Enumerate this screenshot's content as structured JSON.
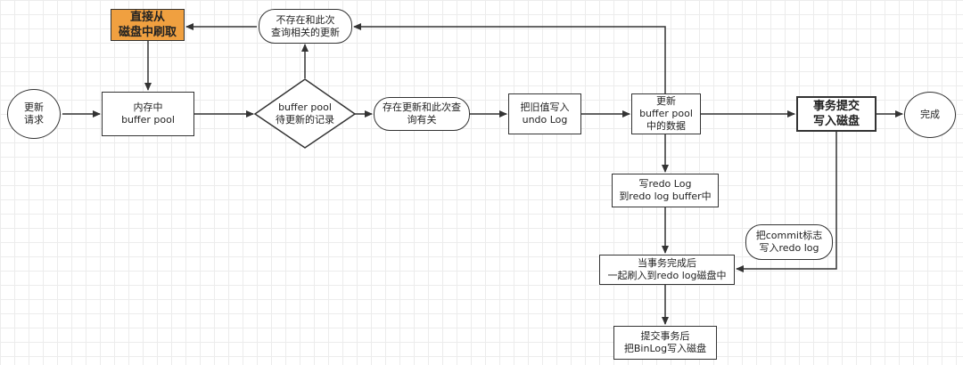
{
  "nodes": {
    "update_request": "更新\n请求",
    "memory_buffer_pool": "内存中\nbuffer pool",
    "buffer_pool_check": "buffer  pool\n待更新的记录",
    "not_exist": "不存在和此次\n查询相关的更新",
    "flush_from_disk": "直接从\n磁盘中刷取",
    "exist_related": "存在更新和此次查\n询有关",
    "write_undo_log": "把旧值写入\nundo Log",
    "update_buffer_pool": "更新\nbuffer  pool\n中的数据",
    "commit_to_disk": "事务提交\n写入磁盘",
    "complete": "完成",
    "write_redo_log": "写redo  Log\n到redo log  buffer中",
    "commit_flag": "把commit标志\n写入redo log",
    "flush_redo_log": "当事务完成后\n一起刷入到redo log磁盘中",
    "binlog_to_disk": "提交事务后\n把BinLog写入磁盘"
  },
  "colors": {
    "line": "#333333",
    "orange_fill": "#f0a040",
    "grid": "#ececec"
  }
}
